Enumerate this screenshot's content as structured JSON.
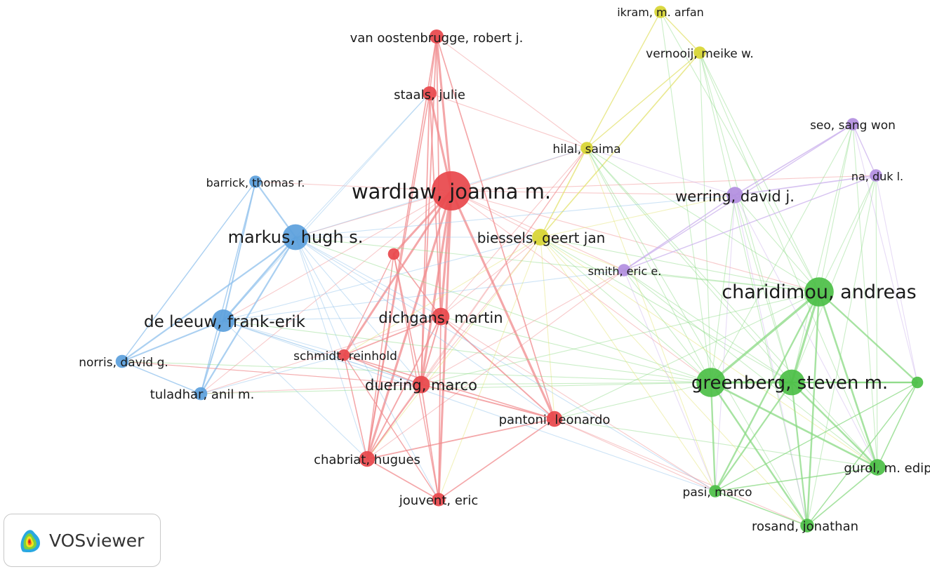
{
  "brand": {
    "name": "VOSviewer"
  },
  "clusters": [
    {
      "id": "red",
      "node": "#e8474b",
      "edge": "#f08a8c"
    },
    {
      "id": "blue",
      "node": "#5b9fdc",
      "edge": "#8fc0ec"
    },
    {
      "id": "green",
      "node": "#4cbf47",
      "edge": "#8ad983"
    },
    {
      "id": "yellow",
      "node": "#d7d532",
      "edge": "#e3e26c"
    },
    {
      "id": "purple",
      "node": "#b28ee0",
      "edge": "#c9afec"
    }
  ],
  "nodes": [
    {
      "id": "wardlaw",
      "label": "wardlaw, joanna m.",
      "cluster": "red",
      "weight": 10
    },
    {
      "id": "vanoosten",
      "label": "van oostenbrugge, robert j.",
      "cluster": "red",
      "weight": 2.5
    },
    {
      "id": "staals",
      "label": "staals, julie",
      "cluster": "red",
      "weight": 2.5
    },
    {
      "id": "unlabeled_red",
      "label": "",
      "cluster": "red",
      "weight": 1.8
    },
    {
      "id": "dichgans",
      "label": "dichgans, martin",
      "cluster": "red",
      "weight": 3.5
    },
    {
      "id": "schmidt",
      "label": "schmidt, reinhold",
      "cluster": "red",
      "weight": 1.8
    },
    {
      "id": "duering",
      "label": "duering, marco",
      "cluster": "red",
      "weight": 3.5
    },
    {
      "id": "pantoni",
      "label": "pantoni, leonardo",
      "cluster": "red",
      "weight": 3
    },
    {
      "id": "chabriat",
      "label": "chabriat, hugues",
      "cluster": "red",
      "weight": 3
    },
    {
      "id": "jouvent",
      "label": "jouvent, eric",
      "cluster": "red",
      "weight": 2.3
    },
    {
      "id": "markus",
      "label": "markus, hugh s.",
      "cluster": "blue",
      "weight": 6
    },
    {
      "id": "barrick",
      "label": "barrick, thomas r.",
      "cluster": "blue",
      "weight": 2
    },
    {
      "id": "deleeuw",
      "label": "de leeuw, frank-erik",
      "cluster": "blue",
      "weight": 5
    },
    {
      "id": "norris",
      "label": "norris, david g.",
      "cluster": "blue",
      "weight": 2.2
    },
    {
      "id": "tuladhar",
      "label": "tuladhar, anil m.",
      "cluster": "blue",
      "weight": 2.2
    },
    {
      "id": "ikram",
      "label": "ikram, m. arfan",
      "cluster": "yellow",
      "weight": 2
    },
    {
      "id": "vernooij",
      "label": "vernooij, meike w.",
      "cluster": "yellow",
      "weight": 2
    },
    {
      "id": "hilal",
      "label": "hilal, saima",
      "cluster": "yellow",
      "weight": 2
    },
    {
      "id": "biessels",
      "label": "biessels, geert jan",
      "cluster": "yellow",
      "weight": 3.3
    },
    {
      "id": "seo",
      "label": "seo, sang won",
      "cluster": "purple",
      "weight": 2
    },
    {
      "id": "na",
      "label": "na, duk l.",
      "cluster": "purple",
      "weight": 2
    },
    {
      "id": "werring",
      "label": "werring, david j.",
      "cluster": "purple",
      "weight": 3.2
    },
    {
      "id": "smith",
      "label": "smith, eric e.",
      "cluster": "purple",
      "weight": 2
    },
    {
      "id": "charidimou",
      "label": "charidimou, andreas",
      "cluster": "green",
      "weight": 7
    },
    {
      "id": "greenberg",
      "label": "greenberg, steven m.",
      "cluster": "green",
      "weight": 7
    },
    {
      "id": "greenberg2",
      "label": "",
      "cluster": "green",
      "weight": 6
    },
    {
      "id": "green_right",
      "label": "",
      "cluster": "green",
      "weight": 1.8
    },
    {
      "id": "gurol",
      "label": "gurol, m. edip",
      "cluster": "green",
      "weight": 3.2
    },
    {
      "id": "pasi",
      "label": "pasi, marco",
      "cluster": "green",
      "weight": 2
    },
    {
      "id": "rosand",
      "label": "rosand, jonathan",
      "cluster": "green",
      "weight": 2.4
    }
  ],
  "links": [
    [
      "wardlaw",
      "vanoosten"
    ],
    [
      "wardlaw",
      "staals"
    ],
    [
      "wardlaw",
      "dichgans"
    ],
    [
      "wardlaw",
      "duering"
    ],
    [
      "wardlaw",
      "schmidt"
    ],
    [
      "wardlaw",
      "pantoni"
    ],
    [
      "wardlaw",
      "chabriat"
    ],
    [
      "wardlaw",
      "jouvent"
    ],
    [
      "wardlaw",
      "markus"
    ],
    [
      "wardlaw",
      "deleeuw"
    ],
    [
      "wardlaw",
      "biessels"
    ],
    [
      "wardlaw",
      "hilal"
    ],
    [
      "wardlaw",
      "charidimou"
    ],
    [
      "wardlaw",
      "greenberg"
    ],
    [
      "wardlaw",
      "werring"
    ],
    [
      "wardlaw",
      "smith"
    ],
    [
      "wardlaw",
      "barrick"
    ],
    [
      "wardlaw",
      "tuladhar"
    ],
    [
      "wardlaw",
      "unlabeled_red"
    ],
    [
      "wardlaw",
      "na"
    ],
    [
      "vanoosten",
      "staals"
    ],
    [
      "vanoosten",
      "dichgans"
    ],
    [
      "vanoosten",
      "duering"
    ],
    [
      "vanoosten",
      "hilal"
    ],
    [
      "vanoosten",
      "chabriat"
    ],
    [
      "vanoosten",
      "pantoni"
    ],
    [
      "staals",
      "dichgans"
    ],
    [
      "staals",
      "duering"
    ],
    [
      "staals",
      "hilal"
    ],
    [
      "staals",
      "markus"
    ],
    [
      "staals",
      "chabriat"
    ],
    [
      "staals",
      "deleeuw"
    ],
    [
      "dichgans",
      "duering"
    ],
    [
      "dichgans",
      "chabriat"
    ],
    [
      "dichgans",
      "jouvent"
    ],
    [
      "dichgans",
      "schmidt"
    ],
    [
      "dichgans",
      "markus"
    ],
    [
      "dichgans",
      "deleeuw"
    ],
    [
      "dichgans",
      "pantoni"
    ],
    [
      "dichgans",
      "biessels"
    ],
    [
      "dichgans",
      "greenberg"
    ],
    [
      "dichgans",
      "unlabeled_red"
    ],
    [
      "dichgans",
      "pasi"
    ],
    [
      "duering",
      "chabriat"
    ],
    [
      "duering",
      "jouvent"
    ],
    [
      "duering",
      "schmidt"
    ],
    [
      "duering",
      "pantoni"
    ],
    [
      "duering",
      "markus"
    ],
    [
      "duering",
      "deleeuw"
    ],
    [
      "duering",
      "tuladhar"
    ],
    [
      "duering",
      "norris"
    ],
    [
      "duering",
      "biessels"
    ],
    [
      "duering",
      "greenberg"
    ],
    [
      "duering",
      "charidimou"
    ],
    [
      "duering",
      "unlabeled_red"
    ],
    [
      "chabriat",
      "jouvent"
    ],
    [
      "chabriat",
      "schmidt"
    ],
    [
      "chabriat",
      "pantoni"
    ],
    [
      "chabriat",
      "markus"
    ],
    [
      "chabriat",
      "deleeuw"
    ],
    [
      "chabriat",
      "unlabeled_red"
    ],
    [
      "chabriat",
      "biessels"
    ],
    [
      "jouvent",
      "schmidt"
    ],
    [
      "jouvent",
      "pantoni"
    ],
    [
      "jouvent",
      "markus"
    ],
    [
      "jouvent",
      "unlabeled_red"
    ],
    [
      "jouvent",
      "biessels"
    ],
    [
      "schmidt",
      "markus"
    ],
    [
      "schmidt",
      "deleeuw"
    ],
    [
      "schmidt",
      "pantoni"
    ],
    [
      "schmidt",
      "unlabeled_red"
    ],
    [
      "pantoni",
      "biessels"
    ],
    [
      "pantoni",
      "greenberg"
    ],
    [
      "pantoni",
      "charidimou"
    ],
    [
      "pantoni",
      "rosand"
    ],
    [
      "pantoni",
      "gurol"
    ],
    [
      "pantoni",
      "markus"
    ],
    [
      "pantoni",
      "pasi"
    ],
    [
      "markus",
      "barrick"
    ],
    [
      "markus",
      "deleeuw"
    ],
    [
      "markus",
      "norris"
    ],
    [
      "markus",
      "tuladhar"
    ],
    [
      "markus",
      "biessels"
    ],
    [
      "markus",
      "greenberg"
    ],
    [
      "markus",
      "charidimou"
    ],
    [
      "markus",
      "hilal"
    ],
    [
      "markus",
      "pasi"
    ],
    [
      "barrick",
      "deleeuw"
    ],
    [
      "barrick",
      "norris"
    ],
    [
      "barrick",
      "tuladhar"
    ],
    [
      "deleeuw",
      "norris"
    ],
    [
      "deleeuw",
      "tuladhar"
    ],
    [
      "deleeuw",
      "biessels"
    ],
    [
      "deleeuw",
      "greenberg"
    ],
    [
      "deleeuw",
      "duering"
    ],
    [
      "deleeuw",
      "pasi"
    ],
    [
      "norris",
      "tuladhar"
    ],
    [
      "norris",
      "duering"
    ],
    [
      "norris",
      "greenberg"
    ],
    [
      "tuladhar",
      "greenberg"
    ],
    [
      "tuladhar",
      "schmidt"
    ],
    [
      "tuladhar",
      "dichgans"
    ],
    [
      "ikram",
      "vernooij"
    ],
    [
      "ikram",
      "hilal"
    ],
    [
      "ikram",
      "greenberg"
    ],
    [
      "ikram",
      "charidimou"
    ],
    [
      "vernooij",
      "hilal"
    ],
    [
      "vernooij",
      "greenberg"
    ],
    [
      "vernooij",
      "charidimou"
    ],
    [
      "vernooij",
      "greenberg2"
    ],
    [
      "vernooij",
      "gurol"
    ],
    [
      "vernooij",
      "rosand"
    ],
    [
      "vernooij",
      "biessels"
    ],
    [
      "hilal",
      "biessels"
    ],
    [
      "hilal",
      "charidimou"
    ],
    [
      "hilal",
      "greenberg"
    ],
    [
      "hilal",
      "greenberg2"
    ],
    [
      "hilal",
      "gurol"
    ],
    [
      "hilal",
      "rosand"
    ],
    [
      "hilal",
      "dichgans"
    ],
    [
      "hilal",
      "duering"
    ],
    [
      "hilal",
      "pasi"
    ],
    [
      "hilal",
      "werring"
    ],
    [
      "hilal",
      "chabriat"
    ],
    [
      "biessels",
      "greenberg"
    ],
    [
      "biessels",
      "charidimou"
    ],
    [
      "biessels",
      "greenberg2"
    ],
    [
      "biessels",
      "smith"
    ],
    [
      "biessels",
      "werring"
    ],
    [
      "biessels",
      "gurol"
    ],
    [
      "biessels",
      "rosand"
    ],
    [
      "biessels",
      "pasi"
    ],
    [
      "biessels",
      "schmidt"
    ],
    [
      "seo",
      "na"
    ],
    [
      "seo",
      "werring"
    ],
    [
      "seo",
      "charidimou"
    ],
    [
      "seo",
      "greenberg"
    ],
    [
      "seo",
      "greenberg2"
    ],
    [
      "seo",
      "gurol"
    ],
    [
      "seo",
      "smith"
    ],
    [
      "seo",
      "green_right"
    ],
    [
      "na",
      "werring"
    ],
    [
      "na",
      "charidimou"
    ],
    [
      "na",
      "greenberg2"
    ],
    [
      "na",
      "gurol"
    ],
    [
      "na",
      "rosand"
    ],
    [
      "na",
      "green_right"
    ],
    [
      "na",
      "smith"
    ],
    [
      "werring",
      "charidimou"
    ],
    [
      "werring",
      "greenberg"
    ],
    [
      "werring",
      "greenberg2"
    ],
    [
      "werring",
      "smith"
    ],
    [
      "werring",
      "gurol"
    ],
    [
      "werring",
      "rosand"
    ],
    [
      "werring",
      "pasi"
    ],
    [
      "werring",
      "markus"
    ],
    [
      "smith",
      "charidimou"
    ],
    [
      "smith",
      "greenberg"
    ],
    [
      "smith",
      "greenberg2"
    ],
    [
      "smith",
      "gurol"
    ],
    [
      "smith",
      "duering"
    ],
    [
      "smith",
      "deleeuw"
    ],
    [
      "smith",
      "chabriat"
    ],
    [
      "smith",
      "pasi"
    ],
    [
      "charidimou",
      "greenberg"
    ],
    [
      "charidimou",
      "greenberg2"
    ],
    [
      "charidimou",
      "gurol"
    ],
    [
      "charidimou",
      "rosand"
    ],
    [
      "charidimou",
      "pasi"
    ],
    [
      "charidimou",
      "green_right"
    ],
    [
      "greenberg",
      "greenberg2"
    ],
    [
      "greenberg",
      "gurol"
    ],
    [
      "greenberg",
      "rosand"
    ],
    [
      "greenberg",
      "pasi"
    ],
    [
      "greenberg",
      "green_right"
    ],
    [
      "greenberg2",
      "gurol"
    ],
    [
      "greenberg2",
      "rosand"
    ],
    [
      "greenberg2",
      "pasi"
    ],
    [
      "greenberg2",
      "green_right"
    ],
    [
      "gurol",
      "rosand"
    ],
    [
      "gurol",
      "pasi"
    ],
    [
      "gurol",
      "green_right"
    ],
    [
      "rosand",
      "pasi"
    ],
    [
      "rosand",
      "green_right"
    ],
    [
      "pasi",
      "green_right"
    ]
  ]
}
